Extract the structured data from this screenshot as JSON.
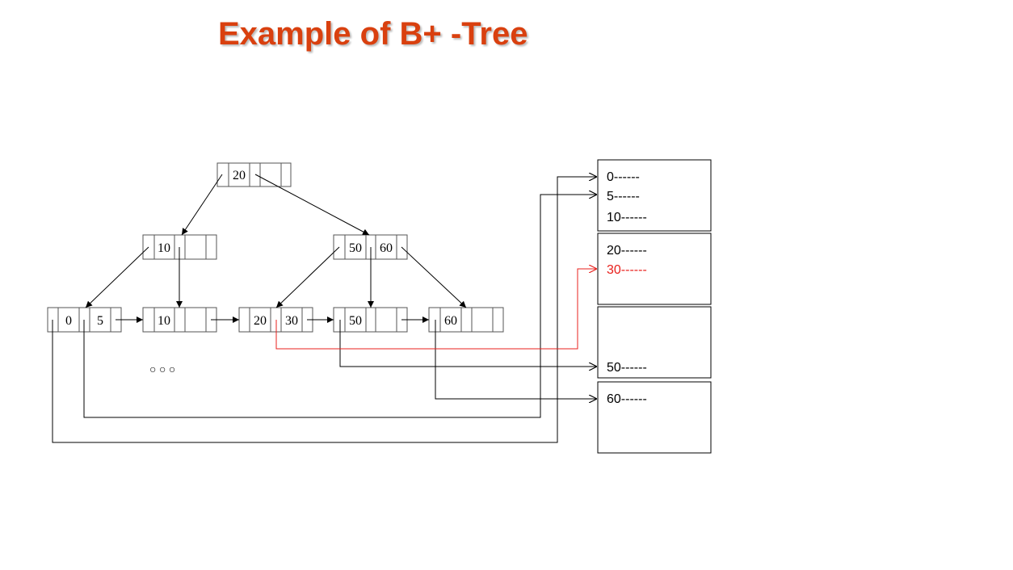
{
  "slide": {
    "title": "Example of B+ -Tree"
  },
  "tree": {
    "root": {
      "keys": [
        "20"
      ]
    },
    "internal": [
      {
        "keys": [
          "10"
        ]
      },
      {
        "keys": [
          "50",
          "60"
        ]
      }
    ],
    "leaves": [
      {
        "keys": [
          "0",
          "5"
        ]
      },
      {
        "keys": [
          "10"
        ]
      },
      {
        "keys": [
          "20",
          "30"
        ]
      },
      {
        "keys": [
          "50"
        ]
      },
      {
        "keys": [
          "60"
        ]
      }
    ],
    "ellipsis": "○   ○   ○"
  },
  "data_blocks": [
    {
      "records": [
        "0------",
        "5------",
        "10------"
      ]
    },
    {
      "records": [
        "20------",
        "30------"
      ]
    },
    {
      "records": [
        "50------"
      ]
    },
    {
      "records": [
        "60------"
      ]
    }
  ],
  "colors": {
    "title": "#d9400f",
    "highlight": "#e8201c",
    "line": "#000000",
    "node_border": "#555555"
  }
}
